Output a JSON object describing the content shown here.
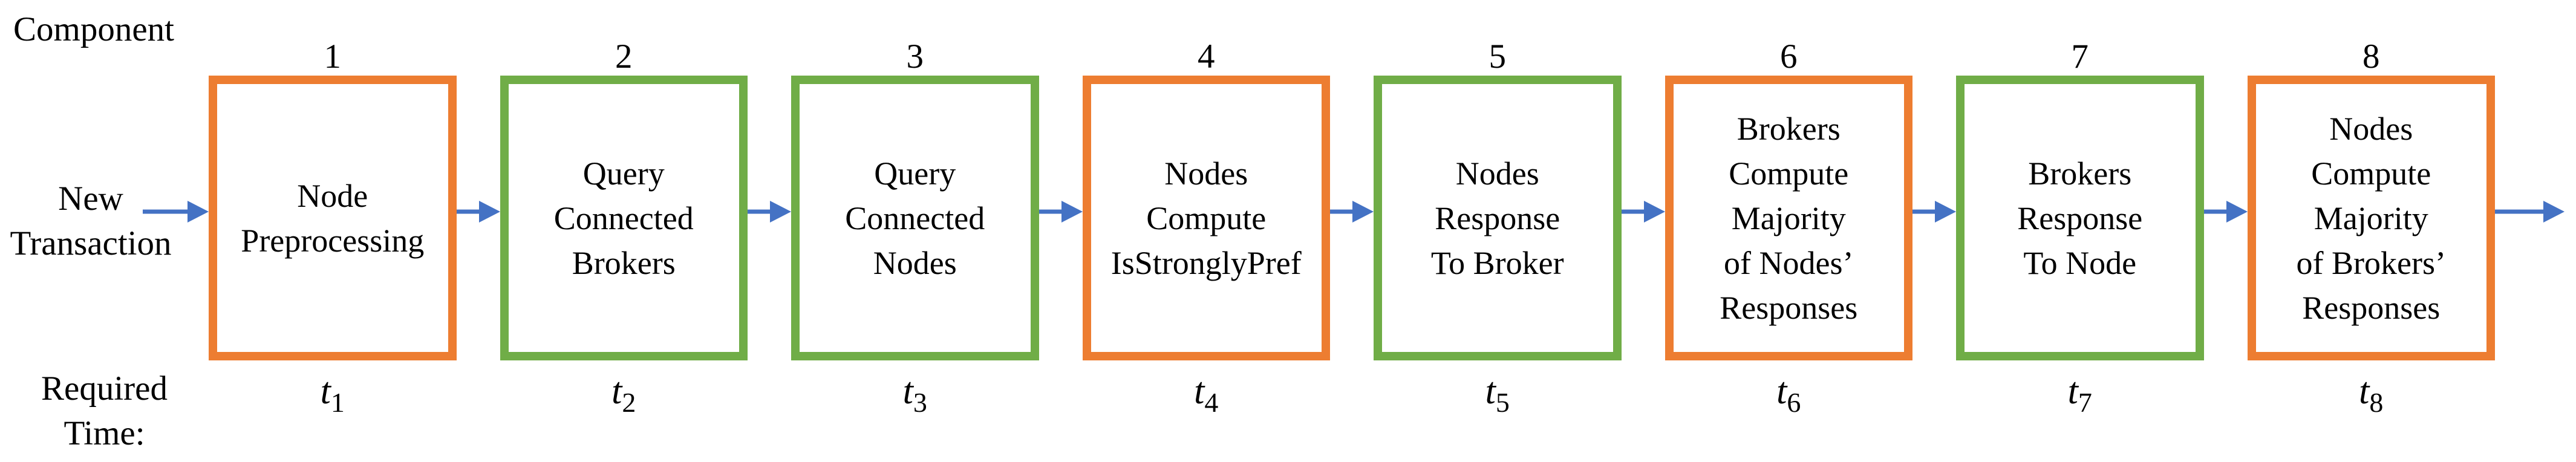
{
  "labels": {
    "component": "Component",
    "new_transaction": "New\nTransaction",
    "required_time": "Required\nTime:"
  },
  "colors": {
    "orange": "#ED7D31",
    "green": "#70AD47",
    "arrow_blue": "#4472C4"
  },
  "stages": [
    {
      "number": "1",
      "label": "Node\nPreprocessing",
      "border": "orange",
      "time_symbol": "t",
      "time_subscript": "1"
    },
    {
      "number": "2",
      "label": "Query\nConnected\nBrokers",
      "border": "green",
      "time_symbol": "t",
      "time_subscript": "2"
    },
    {
      "number": "3",
      "label": "Query\nConnected\nNodes",
      "border": "green",
      "time_symbol": "t",
      "time_subscript": "3"
    },
    {
      "number": "4",
      "label": "Nodes\nCompute\nIsStronglyPref",
      "border": "orange",
      "time_symbol": "t",
      "time_subscript": "4"
    },
    {
      "number": "5",
      "label": "Nodes\nResponse\nTo Broker",
      "border": "green",
      "time_symbol": "t",
      "time_subscript": "5"
    },
    {
      "number": "6",
      "label": "Brokers\nCompute\nMajority\nof Nodes’\nResponses",
      "border": "orange",
      "time_symbol": "t",
      "time_subscript": "6"
    },
    {
      "number": "7",
      "label": "Brokers\nResponse\nTo Node",
      "border": "green",
      "time_symbol": "t",
      "time_subscript": "7"
    },
    {
      "number": "8",
      "label": "Nodes\nCompute\nMajority\nof Brokers’\nResponses",
      "border": "orange",
      "time_symbol": "t",
      "time_subscript": "8"
    }
  ]
}
